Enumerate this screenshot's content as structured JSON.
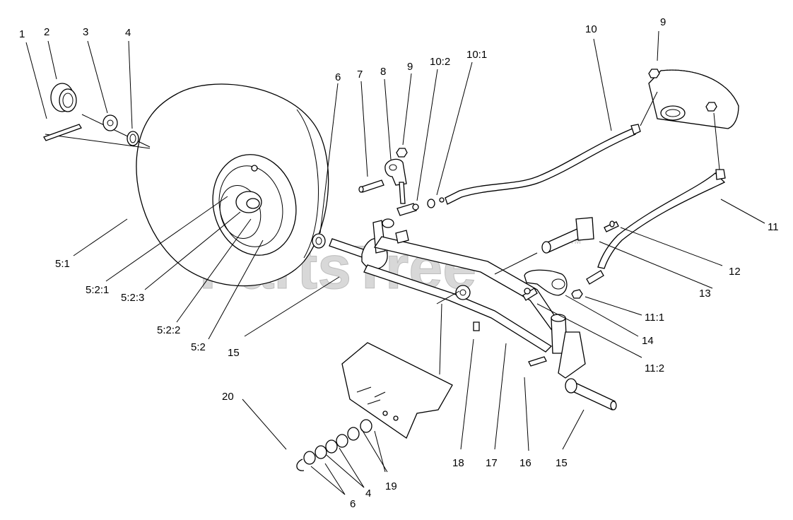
{
  "watermark": {
    "text": "PartsTree",
    "trademark": "TM"
  },
  "callouts": {
    "c1": "1",
    "c2": "2",
    "c3": "3",
    "c4a": "4",
    "c5_1": "5:1",
    "c5_2_1": "5:2:1",
    "c5_2_3": "5:2:3",
    "c5_2_2": "5:2:2",
    "c5_2": "5:2",
    "c6a": "6",
    "c7": "7",
    "c8": "8",
    "c9a": "9",
    "c10_2": "10:2",
    "c10_1": "10:1",
    "c10": "10",
    "c9b": "9",
    "c11": "11",
    "c12": "12",
    "c13": "13",
    "c11_1": "11:1",
    "c14": "14",
    "c11_2": "11:2",
    "c15a": "15",
    "c15b": "15",
    "c16": "16",
    "c17": "17",
    "c18": "18",
    "c19": "19",
    "c20": "20",
    "c4b": "4",
    "c6b": "6"
  }
}
